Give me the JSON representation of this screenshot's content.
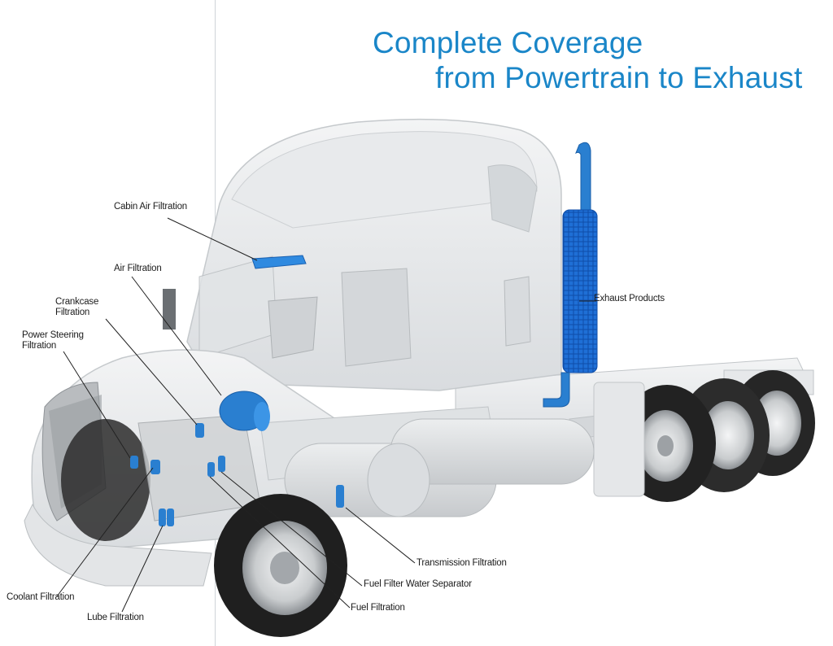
{
  "title": {
    "line1": "Complete Coverage",
    "line2": "from Powertrain to Exhaust"
  },
  "callouts": {
    "cabin_air": "Cabin Air Filtration",
    "air": "Air Filtration",
    "crankcase": "Crankcase\nFiltration",
    "power_steering": "Power Steering\nFiltration",
    "exhaust": "Exhaust Products",
    "transmission": "Transmission Filtration",
    "fuel_water_separator": "Fuel Filter Water Separator",
    "fuel": "Fuel Filtration",
    "coolant": "Coolant Filtration",
    "lube": "Lube Filtration"
  },
  "colors": {
    "accent": "#1a86c8",
    "filter_blue": "#2a7fd0",
    "leader_line": "#222222"
  },
  "illustration": "semi-truck-cutaway"
}
